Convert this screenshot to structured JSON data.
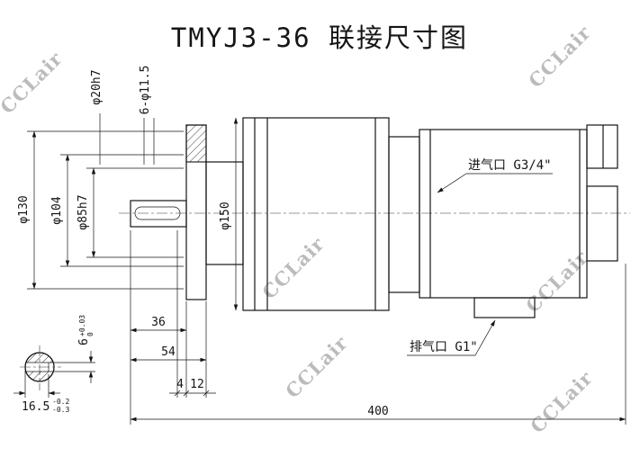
{
  "title": "TMYJ3-36 联接尺寸图",
  "watermark": {
    "text": "CCLair",
    "color": "#ababab"
  },
  "dimensions": {
    "shaft_dia": "φ20h7",
    "bolt_holes": "6-φ11.5",
    "flange_dia": "φ130",
    "bolt_circle_dia": "φ104",
    "spigot_dia": "φ85h7",
    "body_dia": "φ150",
    "shaft_len": "36",
    "shoulder_len": "54",
    "gap_len": "4",
    "flange_thk": "12",
    "overall_len": "400",
    "key_width": {
      "value": "6",
      "upper": "+0.03",
      "lower": "0"
    },
    "key_height": {
      "value": "16.5",
      "upper": "-0.2",
      "lower": "-0.3"
    }
  },
  "ports": {
    "inlet": "进气口 G3/4\"",
    "outlet": "排气口 G1\""
  }
}
